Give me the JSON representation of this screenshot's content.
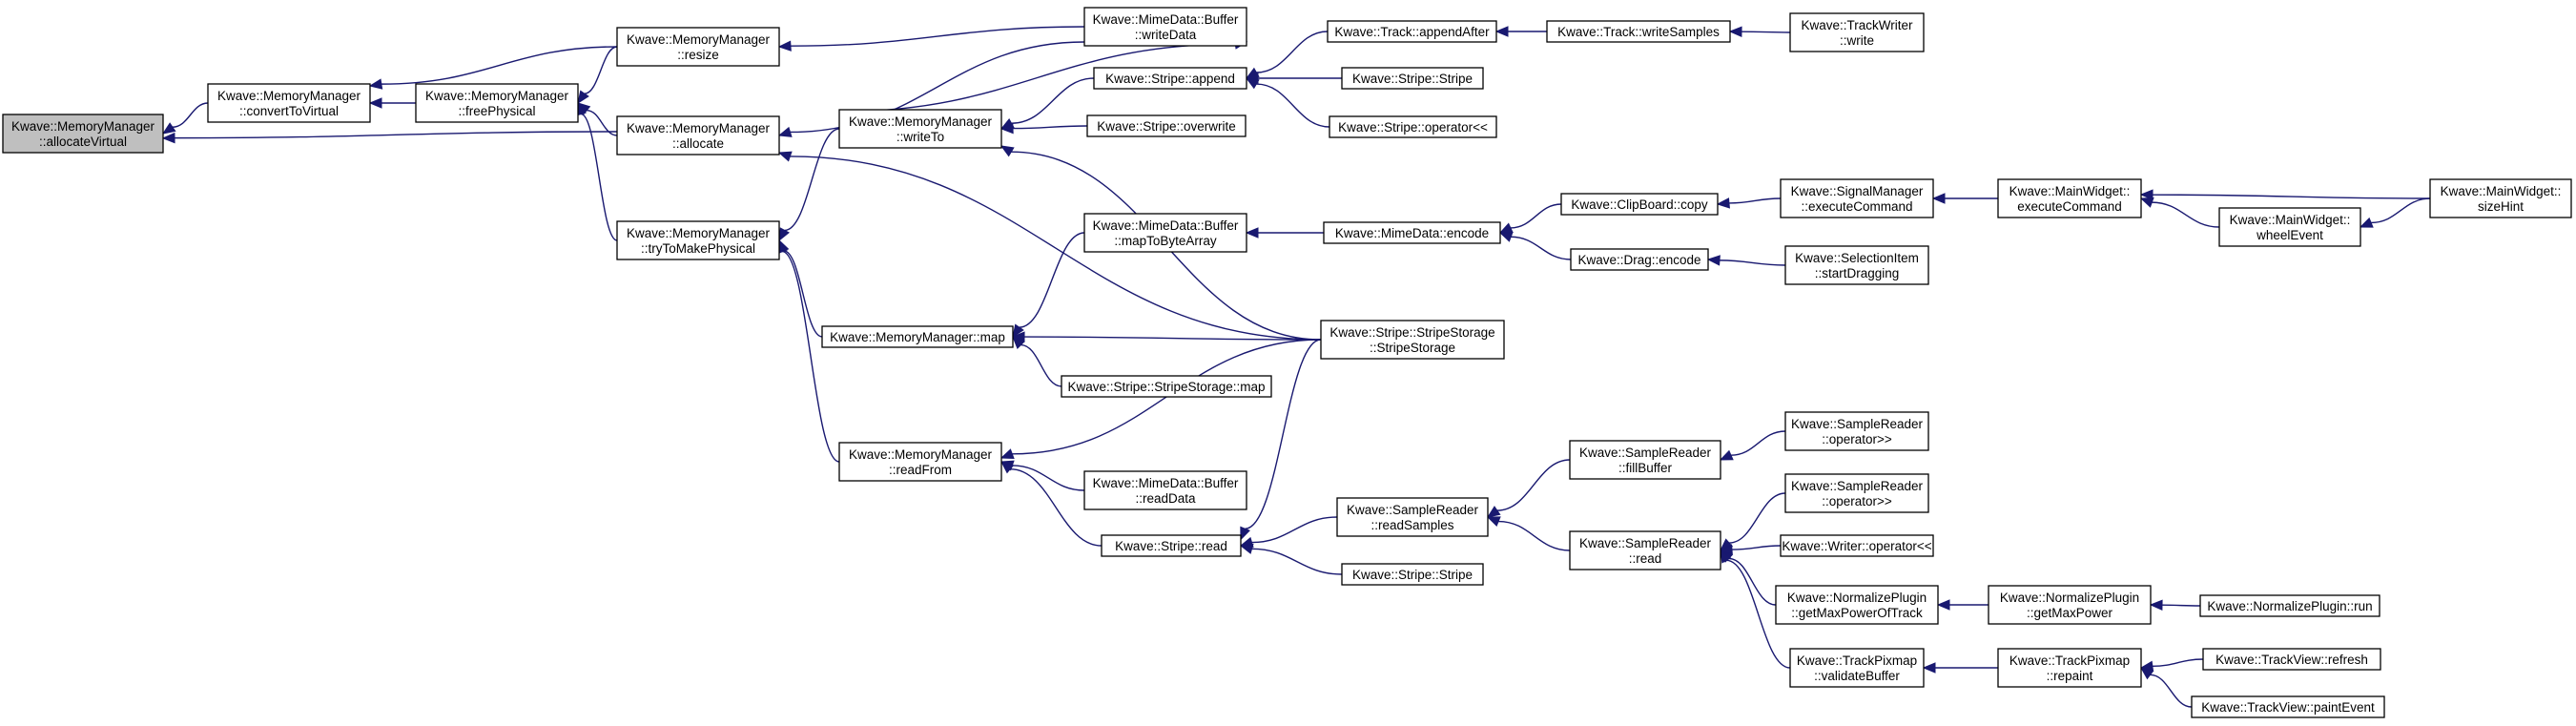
{
  "graph": {
    "node_fill": "#ffffff",
    "root_fill": "#bfbfbf",
    "edge_color": "#191970",
    "nodes": [
      {
        "id": "allocateVirtual",
        "root": true,
        "lines": [
          "Kwave::MemoryManager",
          "::allocateVirtual"
        ]
      },
      {
        "id": "convertToVirtual",
        "lines": [
          "Kwave::MemoryManager",
          "::convertToVirtual"
        ]
      },
      {
        "id": "freePhysical",
        "lines": [
          "Kwave::MemoryManager",
          "::freePhysical"
        ]
      },
      {
        "id": "resize",
        "lines": [
          "Kwave::MemoryManager",
          "::resize"
        ]
      },
      {
        "id": "allocate",
        "lines": [
          "Kwave::MemoryManager",
          "::allocate"
        ]
      },
      {
        "id": "tryToMakePhysical",
        "lines": [
          "Kwave::MemoryManager",
          "::tryToMakePhysical"
        ]
      },
      {
        "id": "writeData",
        "lines": [
          "Kwave::MimeData::Buffer",
          "::writeData"
        ]
      },
      {
        "id": "writeTo",
        "lines": [
          "Kwave::MemoryManager",
          "::writeTo"
        ]
      },
      {
        "id": "mmMap",
        "lines": [
          "Kwave::MemoryManager::map"
        ]
      },
      {
        "id": "readFrom",
        "lines": [
          "Kwave::MemoryManager",
          "::readFrom"
        ]
      },
      {
        "id": "stripeAppend",
        "lines": [
          "Kwave::Stripe::append"
        ]
      },
      {
        "id": "stripeOverwrite",
        "lines": [
          "Kwave::Stripe::overwrite"
        ]
      },
      {
        "id": "mapToByteArray",
        "lines": [
          "Kwave::MimeData::Buffer",
          "::mapToByteArray"
        ]
      },
      {
        "id": "ssMap",
        "lines": [
          "Kwave::Stripe::StripeStorage::map"
        ]
      },
      {
        "id": "readData",
        "lines": [
          "Kwave::MimeData::Buffer",
          "::readData"
        ]
      },
      {
        "id": "stripeRead",
        "lines": [
          "Kwave::Stripe::read"
        ]
      },
      {
        "id": "appendAfter",
        "lines": [
          "Kwave::Track::appendAfter"
        ]
      },
      {
        "id": "stripeCtor1",
        "lines": [
          "Kwave::Stripe::Stripe"
        ]
      },
      {
        "id": "stripeOpShl",
        "lines": [
          "Kwave::Stripe::operator<<"
        ]
      },
      {
        "id": "mimeEncode",
        "lines": [
          "Kwave::MimeData::encode"
        ]
      },
      {
        "id": "stripeStorage",
        "lines": [
          "Kwave::Stripe::StripeStorage",
          "::StripeStorage"
        ]
      },
      {
        "id": "readSamples",
        "lines": [
          "Kwave::SampleReader",
          "::readSamples"
        ]
      },
      {
        "id": "stripeCtor2",
        "lines": [
          "Kwave::Stripe::Stripe"
        ]
      },
      {
        "id": "writeSamples",
        "lines": [
          "Kwave::Track::writeSamples"
        ]
      },
      {
        "id": "clipCopy",
        "lines": [
          "Kwave::ClipBoard::copy"
        ]
      },
      {
        "id": "dragEncode",
        "lines": [
          "Kwave::Drag::encode"
        ]
      },
      {
        "id": "fillBuffer",
        "lines": [
          "Kwave::SampleReader",
          "::fillBuffer"
        ]
      },
      {
        "id": "srRead",
        "lines": [
          "Kwave::SampleReader",
          "::read"
        ]
      },
      {
        "id": "trackWriterWrite",
        "lines": [
          "Kwave::TrackWriter",
          "::write"
        ]
      },
      {
        "id": "executeCommandSig",
        "lines": [
          "Kwave::SignalManager",
          "::executeCommand"
        ]
      },
      {
        "id": "startDragging",
        "lines": [
          "Kwave::SelectionItem",
          "::startDragging"
        ]
      },
      {
        "id": "opShr1",
        "lines": [
          "Kwave::SampleReader",
          "::operator>>"
        ]
      },
      {
        "id": "opShr2",
        "lines": [
          "Kwave::SampleReader",
          "::operator>>"
        ]
      },
      {
        "id": "writerOpShl",
        "lines": [
          "Kwave::Writer::operator<<"
        ]
      },
      {
        "id": "getMaxPowerOfTrack",
        "lines": [
          "Kwave::NormalizePlugin",
          "::getMaxPowerOfTrack"
        ]
      },
      {
        "id": "validateBuffer",
        "lines": [
          "Kwave::TrackPixmap",
          "::validateBuffer"
        ]
      },
      {
        "id": "executeCommandMW",
        "lines": [
          "Kwave::MainWidget::",
          "executeCommand"
        ]
      },
      {
        "id": "getMaxPower",
        "lines": [
          "Kwave::NormalizePlugin",
          "::getMaxPower"
        ]
      },
      {
        "id": "repaint",
        "lines": [
          "Kwave::TrackPixmap",
          "::repaint"
        ]
      },
      {
        "id": "wheelEvent",
        "lines": [
          "Kwave::MainWidget::",
          "wheelEvent"
        ]
      },
      {
        "id": "normalizeRun",
        "lines": [
          "Kwave::NormalizePlugin::run"
        ]
      },
      {
        "id": "trackViewRefresh",
        "lines": [
          "Kwave::TrackView::refresh"
        ]
      },
      {
        "id": "trackViewPaint",
        "lines": [
          "Kwave::TrackView::paintEvent"
        ]
      },
      {
        "id": "sizeHint",
        "lines": [
          "Kwave::MainWidget::",
          "sizeHint"
        ]
      }
    ],
    "edges": [
      {
        "from": "convertToVirtual",
        "to": "allocateVirtual"
      },
      {
        "from": "allocate",
        "to": "allocateVirtual"
      },
      {
        "from": "freePhysical",
        "to": "convertToVirtual"
      },
      {
        "from": "resize",
        "to": "convertToVirtual"
      },
      {
        "from": "resize",
        "to": "freePhysical"
      },
      {
        "from": "allocate",
        "to": "freePhysical"
      },
      {
        "from": "tryToMakePhysical",
        "to": "freePhysical"
      },
      {
        "from": "writeData",
        "to": "resize"
      },
      {
        "from": "writeData",
        "to": "allocate"
      },
      {
        "from": "stripeStorage",
        "to": "allocate"
      },
      {
        "from": "writeTo",
        "to": "tryToMakePhysical"
      },
      {
        "from": "mmMap",
        "to": "tryToMakePhysical"
      },
      {
        "from": "readFrom",
        "to": "tryToMakePhysical"
      },
      {
        "from": "writeTo",
        "to": "writeData"
      },
      {
        "from": "stripeAppend",
        "to": "writeTo"
      },
      {
        "from": "stripeOverwrite",
        "to": "writeTo"
      },
      {
        "from": "stripeStorage",
        "to": "writeTo"
      },
      {
        "from": "mapToByteArray",
        "to": "mmMap"
      },
      {
        "from": "ssMap",
        "to": "mmMap"
      },
      {
        "from": "stripeStorage",
        "to": "mmMap"
      },
      {
        "from": "readData",
        "to": "readFrom"
      },
      {
        "from": "stripeRead",
        "to": "readFrom"
      },
      {
        "from": "stripeStorage",
        "to": "readFrom"
      },
      {
        "from": "appendAfter",
        "to": "stripeAppend"
      },
      {
        "from": "stripeCtor1",
        "to": "stripeAppend"
      },
      {
        "from": "stripeOpShl",
        "to": "stripeAppend"
      },
      {
        "from": "mimeEncode",
        "to": "mapToByteArray"
      },
      {
        "from": "readSamples",
        "to": "stripeRead"
      },
      {
        "from": "stripeStorage",
        "to": "stripeRead"
      },
      {
        "from": "stripeCtor2",
        "to": "stripeRead"
      },
      {
        "from": "writeSamples",
        "to": "appendAfter"
      },
      {
        "from": "clipCopy",
        "to": "mimeEncode"
      },
      {
        "from": "dragEncode",
        "to": "mimeEncode"
      },
      {
        "from": "fillBuffer",
        "to": "readSamples"
      },
      {
        "from": "srRead",
        "to": "readSamples"
      },
      {
        "from": "trackWriterWrite",
        "to": "writeSamples"
      },
      {
        "from": "executeCommandSig",
        "to": "clipCopy"
      },
      {
        "from": "startDragging",
        "to": "dragEncode"
      },
      {
        "from": "opShr1",
        "to": "fillBuffer"
      },
      {
        "from": "opShr2",
        "to": "srRead"
      },
      {
        "from": "writerOpShl",
        "to": "srRead"
      },
      {
        "from": "getMaxPowerOfTrack",
        "to": "srRead"
      },
      {
        "from": "validateBuffer",
        "to": "srRead"
      },
      {
        "from": "executeCommandMW",
        "to": "executeCommandSig"
      },
      {
        "from": "getMaxPower",
        "to": "getMaxPowerOfTrack"
      },
      {
        "from": "repaint",
        "to": "validateBuffer"
      },
      {
        "from": "wheelEvent",
        "to": "executeCommandMW"
      },
      {
        "from": "sizeHint",
        "to": "executeCommandMW"
      },
      {
        "from": "normalizeRun",
        "to": "getMaxPower"
      },
      {
        "from": "trackViewRefresh",
        "to": "repaint"
      },
      {
        "from": "trackViewPaint",
        "to": "repaint"
      },
      {
        "from": "sizeHint",
        "to": "wheelEvent"
      }
    ]
  }
}
